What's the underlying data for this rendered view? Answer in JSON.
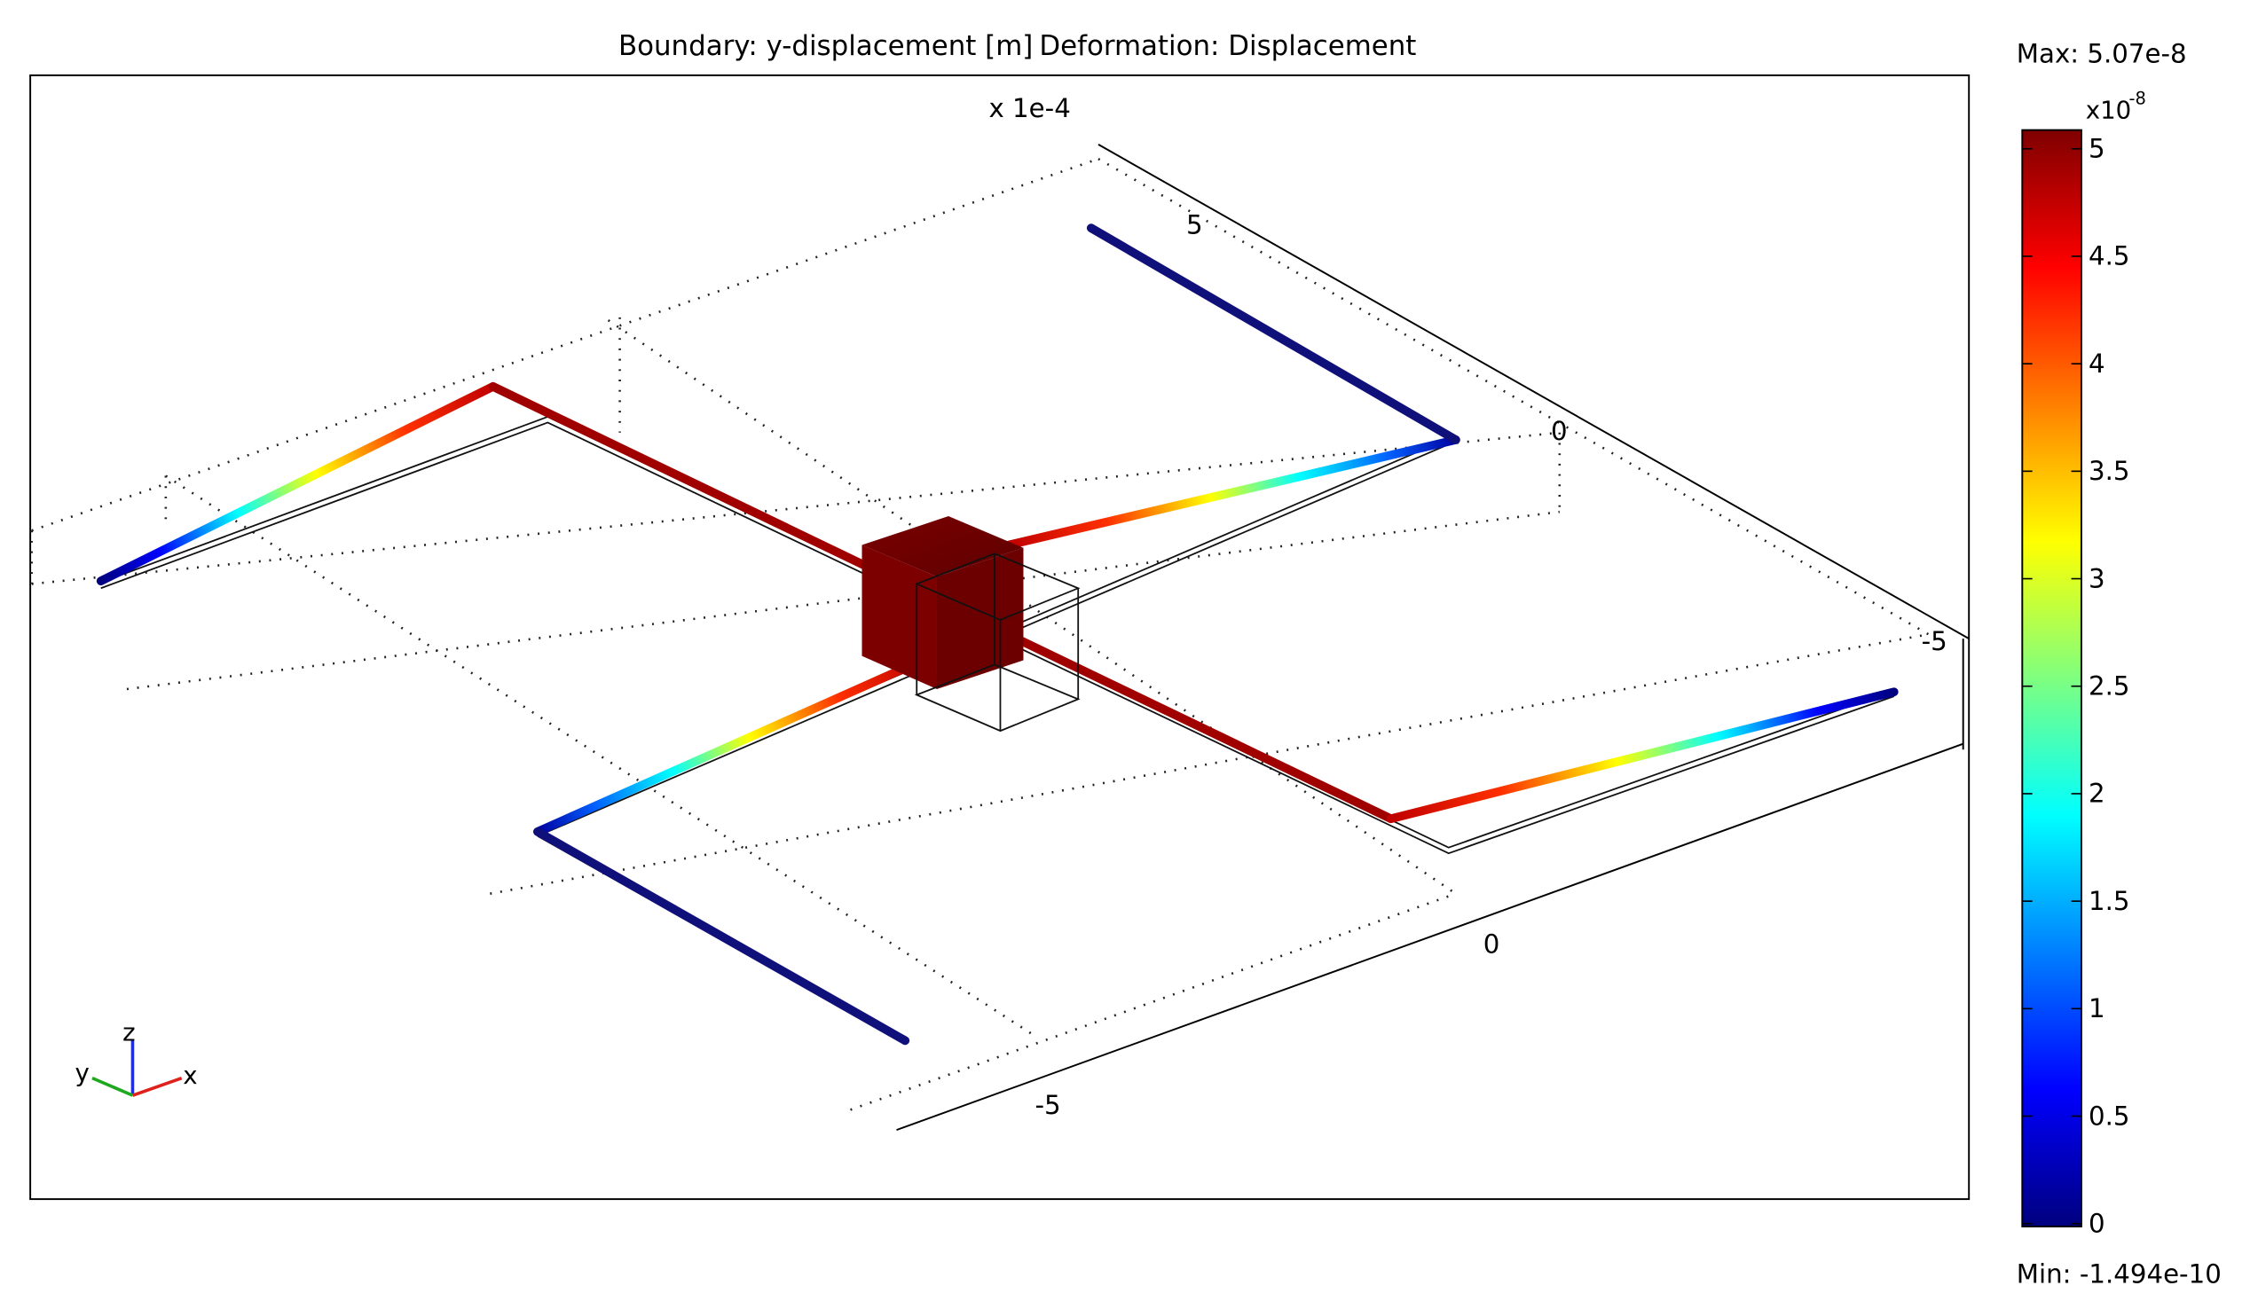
{
  "plot": {
    "title_boundary": "Boundary: y-displacement [m]",
    "title_deformation": "Deformation: Displacement",
    "axis_scale": "x 1e-4",
    "axis_ticks": [
      "5",
      "0",
      "-5",
      "0",
      "-5"
    ]
  },
  "triad": {
    "x": "x",
    "y": "y",
    "z": "z",
    "x_color": "#e0201b",
    "y_color": "#1ea81e",
    "z_color": "#1f2fe0"
  },
  "colorbar": {
    "max_label": "Max: 5.07e-8",
    "min_label": "Min: -1.494e-10",
    "exponent_base": "x10",
    "exponent": "-8",
    "ticks": [
      "5",
      "4.5",
      "4",
      "3.5",
      "3",
      "2.5",
      "2",
      "1.5",
      "1",
      "0.5",
      "0"
    ],
    "colormap": [
      "#00007f",
      "#0000ff",
      "#007fff",
      "#00ffff",
      "#7fff7f",
      "#ffff00",
      "#ff7f00",
      "#ff0000",
      "#7f0000"
    ]
  }
}
